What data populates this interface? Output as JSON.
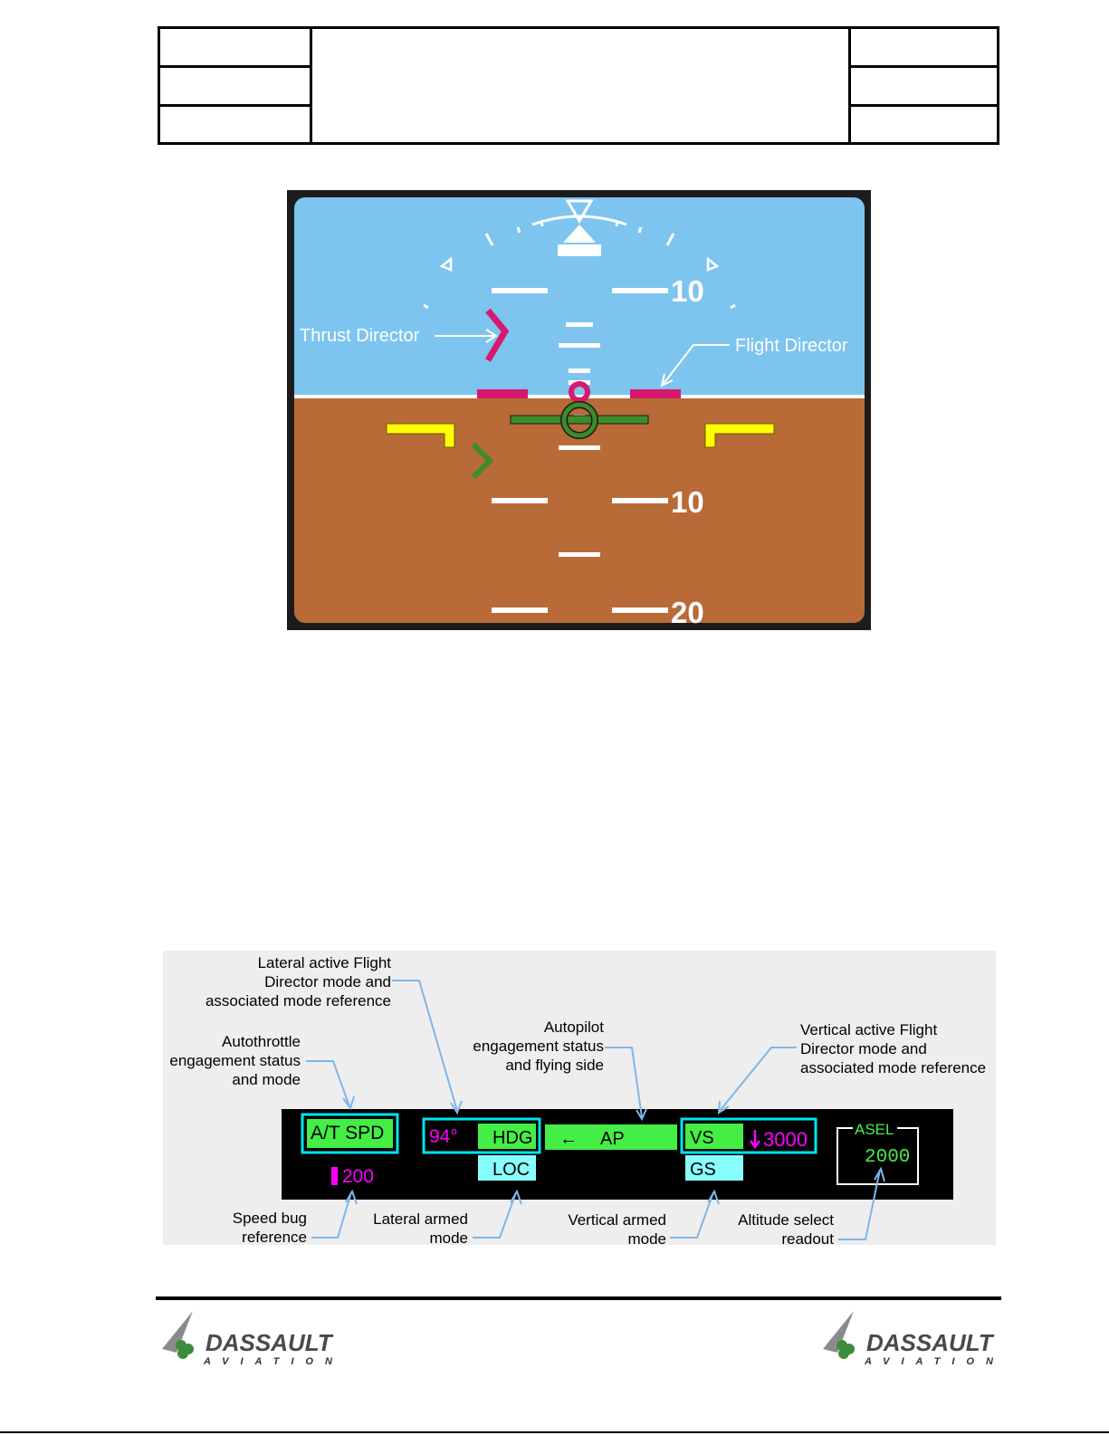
{
  "header": {
    "cells": [
      "",
      "",
      "",
      "",
      "",
      "",
      ""
    ]
  },
  "pfd": {
    "pitch_labels": {
      "up10": "10",
      "down10": "10",
      "down20": "20"
    },
    "callouts": {
      "thrust_director": "Thrust Director",
      "flight_director": "Flight Director"
    },
    "colors": {
      "sky": "#7dc4ef",
      "ground": "#b86b37",
      "flight_director": "#d6186f",
      "aircraft_symbol": "#3c8c2a",
      "wing_markers": "#ffff00",
      "frame": "#1c1c1c"
    }
  },
  "fma": {
    "autothrottle": "A/T SPD",
    "speed_bug": "200",
    "lateral_ref": "94°",
    "lateral_active": "HDG",
    "lateral_armed": "LOC",
    "autopilot_arrow": "←",
    "autopilot": "AP",
    "vertical_active": "VS",
    "vertical_ref": "3000",
    "vertical_armed": "GS",
    "asel_label": "ASEL",
    "asel_value": "2000",
    "colors": {
      "active_green": "#44ee44",
      "armed_cyan": "#88ffff",
      "reference_magenta": "#ff00ff",
      "box_cyan": "#00e5ee"
    }
  },
  "annotations": {
    "lateral_active": "Lateral active Flight\nDirector mode and\nassociated mode reference",
    "autothrottle": "Autothrottle\nengagement status\nand mode",
    "autopilot": "Autopilot\nengagement status\nand flying side",
    "vertical_active": "Vertical active Flight\nDirector mode and\nassociated mode reference",
    "speed_bug": "Speed bug\nreference",
    "lateral_armed": "Lateral armed\nmode",
    "vertical_armed": "Vertical armed\nmode",
    "altitude_select": "Altitude select\nreadout"
  },
  "footer": {
    "logo_brand": "DASSAULT",
    "logo_sub": "AVIATION"
  }
}
